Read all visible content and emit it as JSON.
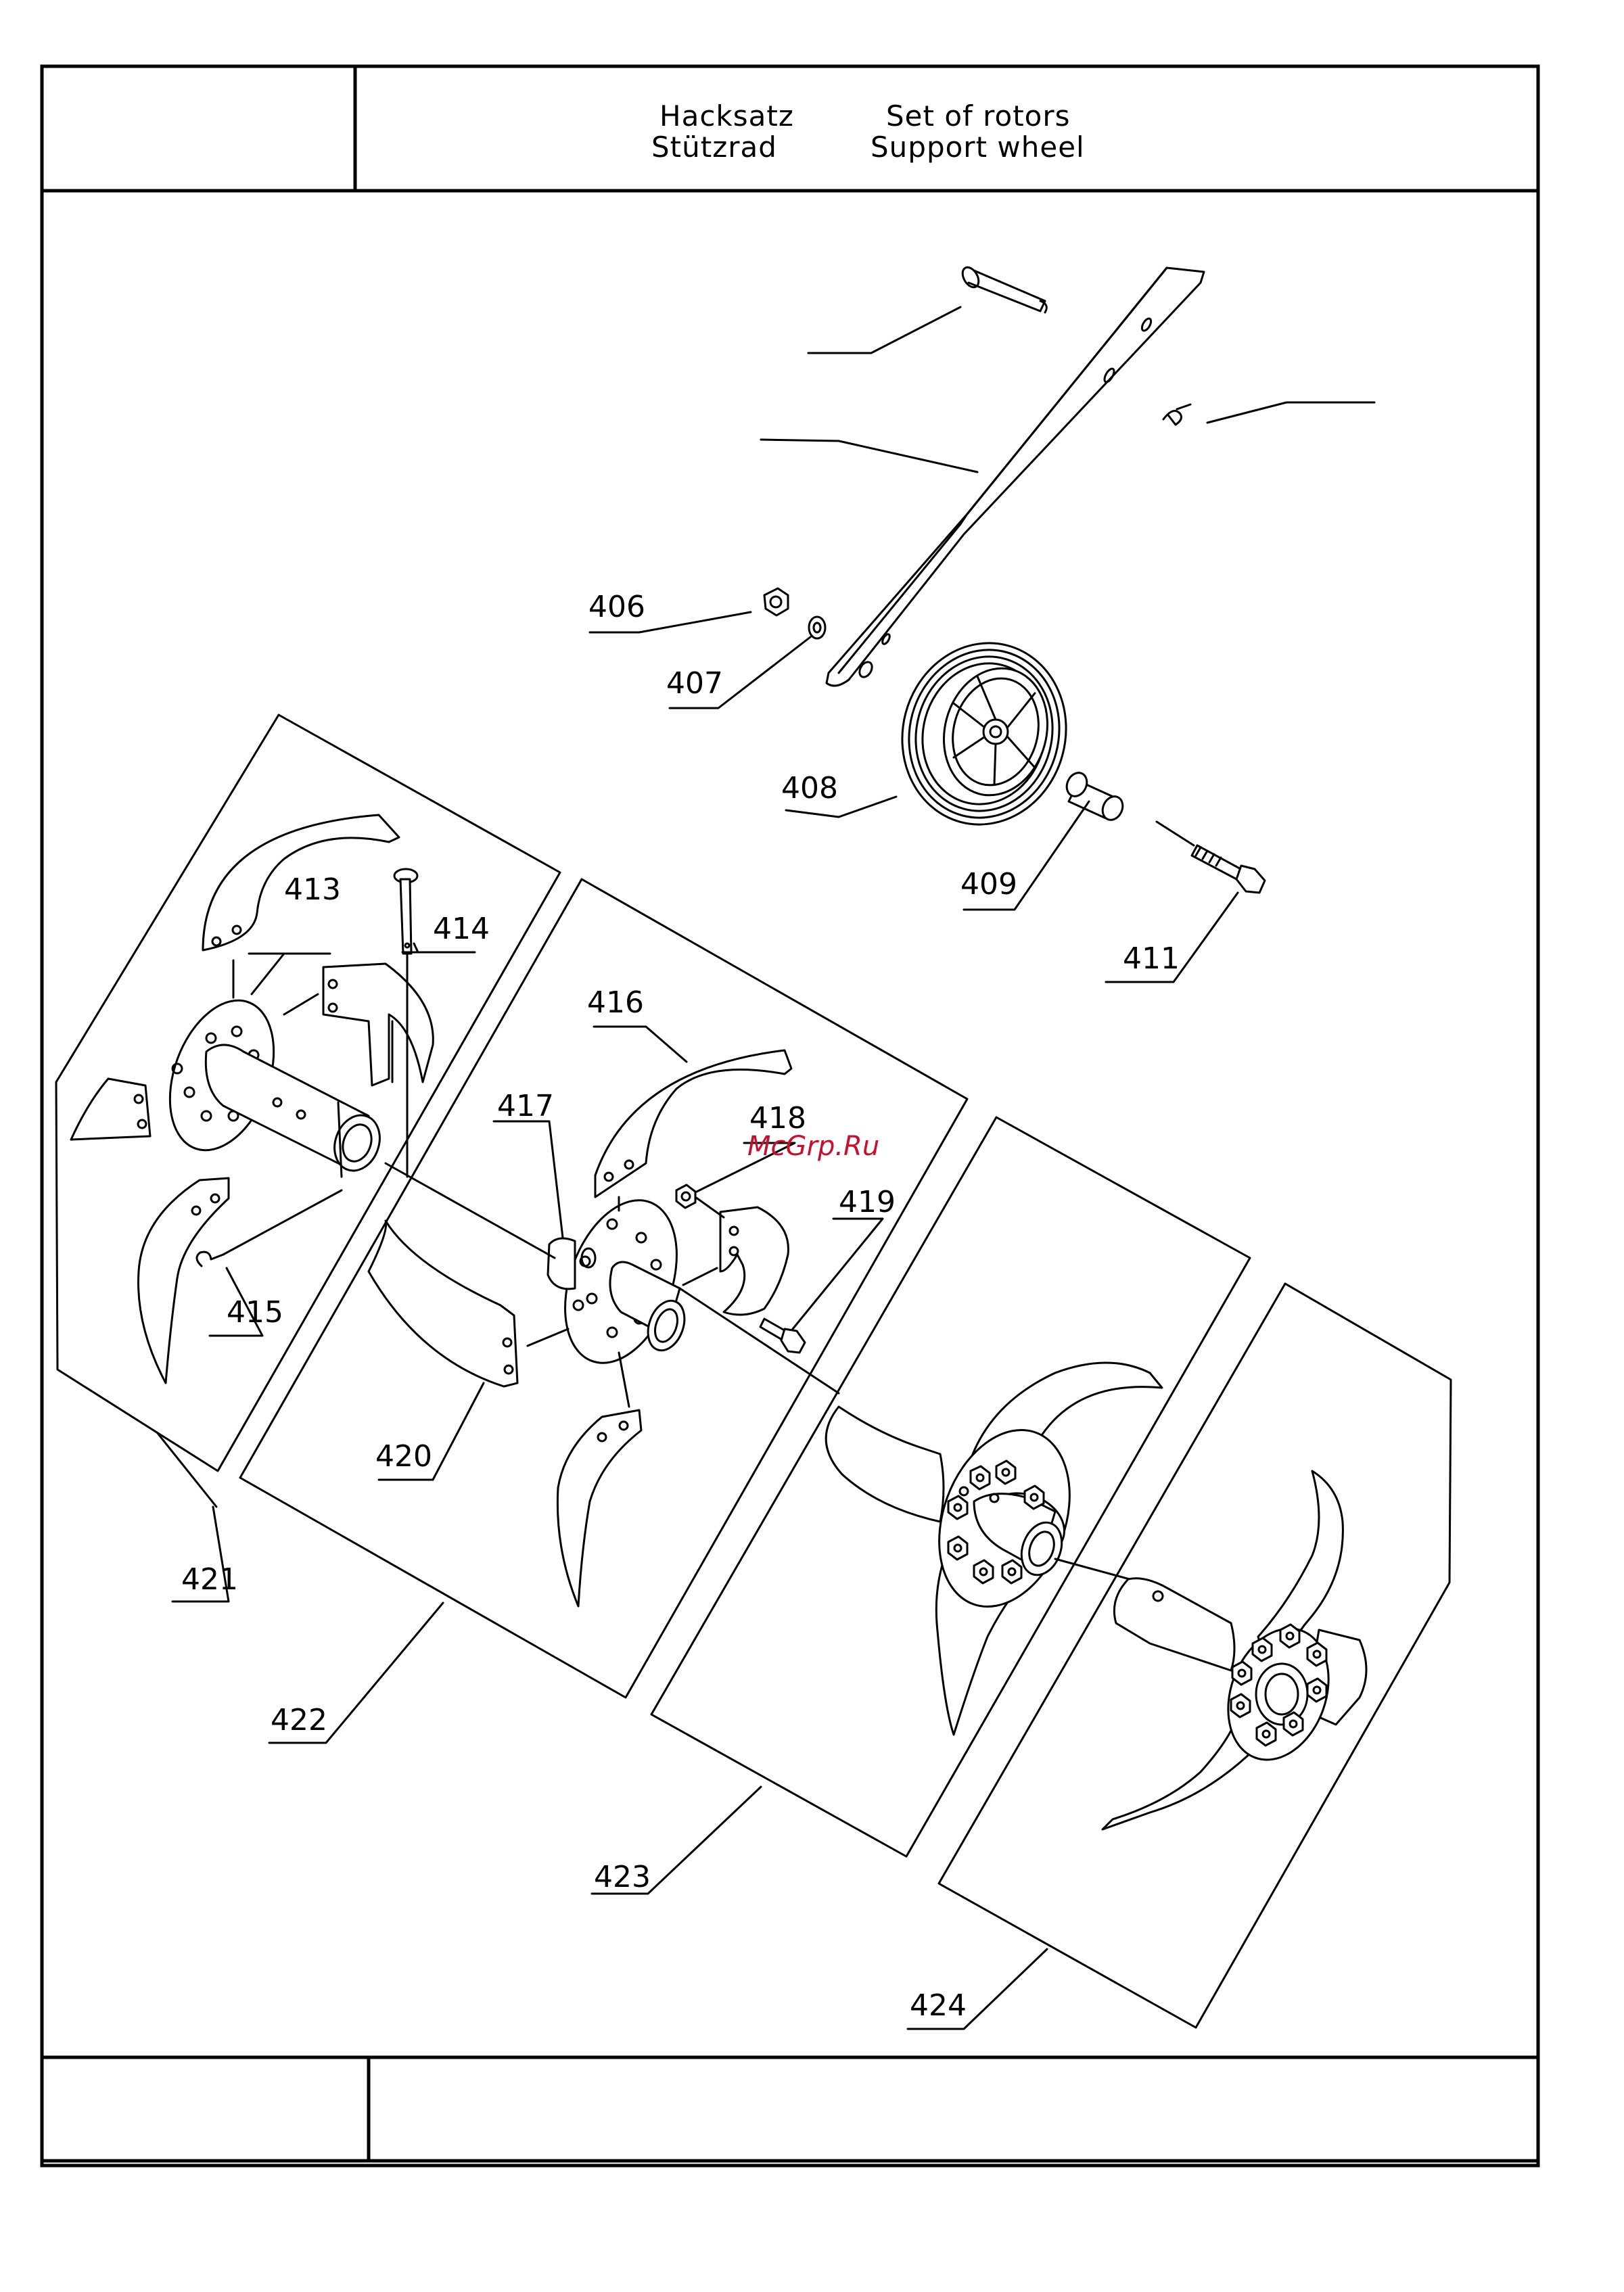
{
  "title": {
    "de_line1": "Hacksatz",
    "de_line2": "Stützrad",
    "en_line1": "Set of rotors",
    "en_line2": "Support wheel"
  },
  "watermark": "McGrp.Ru",
  "parts": {
    "p406": "406",
    "p407": "407",
    "p408": "408",
    "p409": "409",
    "p411": "411",
    "p413": "413",
    "p414": "414",
    "p415": "415",
    "p416": "416",
    "p417": "417",
    "p418": "418",
    "p419": "419",
    "p420": "420",
    "p421": "421",
    "p422": "422",
    "p423": "423",
    "p424": "424"
  }
}
